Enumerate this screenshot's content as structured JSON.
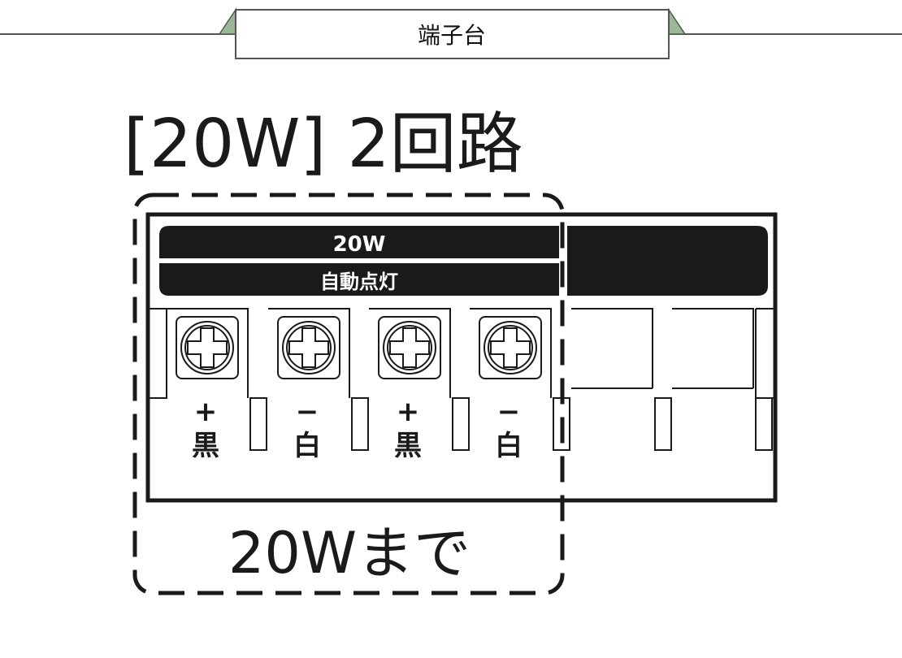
{
  "header": {
    "title": "端子台"
  },
  "heading": "[20W] 2回路",
  "block": {
    "watt_label": "20W",
    "mode_label": "自動点灯",
    "terminals": [
      {
        "polarity": "+",
        "color": "黒"
      },
      {
        "polarity": "−",
        "color": "白"
      },
      {
        "polarity": "+",
        "color": "黒"
      },
      {
        "polarity": "−",
        "color": "白"
      }
    ]
  },
  "caption": "20Wまで",
  "colors": {
    "accent": "#9ab896",
    "ink": "#1a1a1a"
  }
}
